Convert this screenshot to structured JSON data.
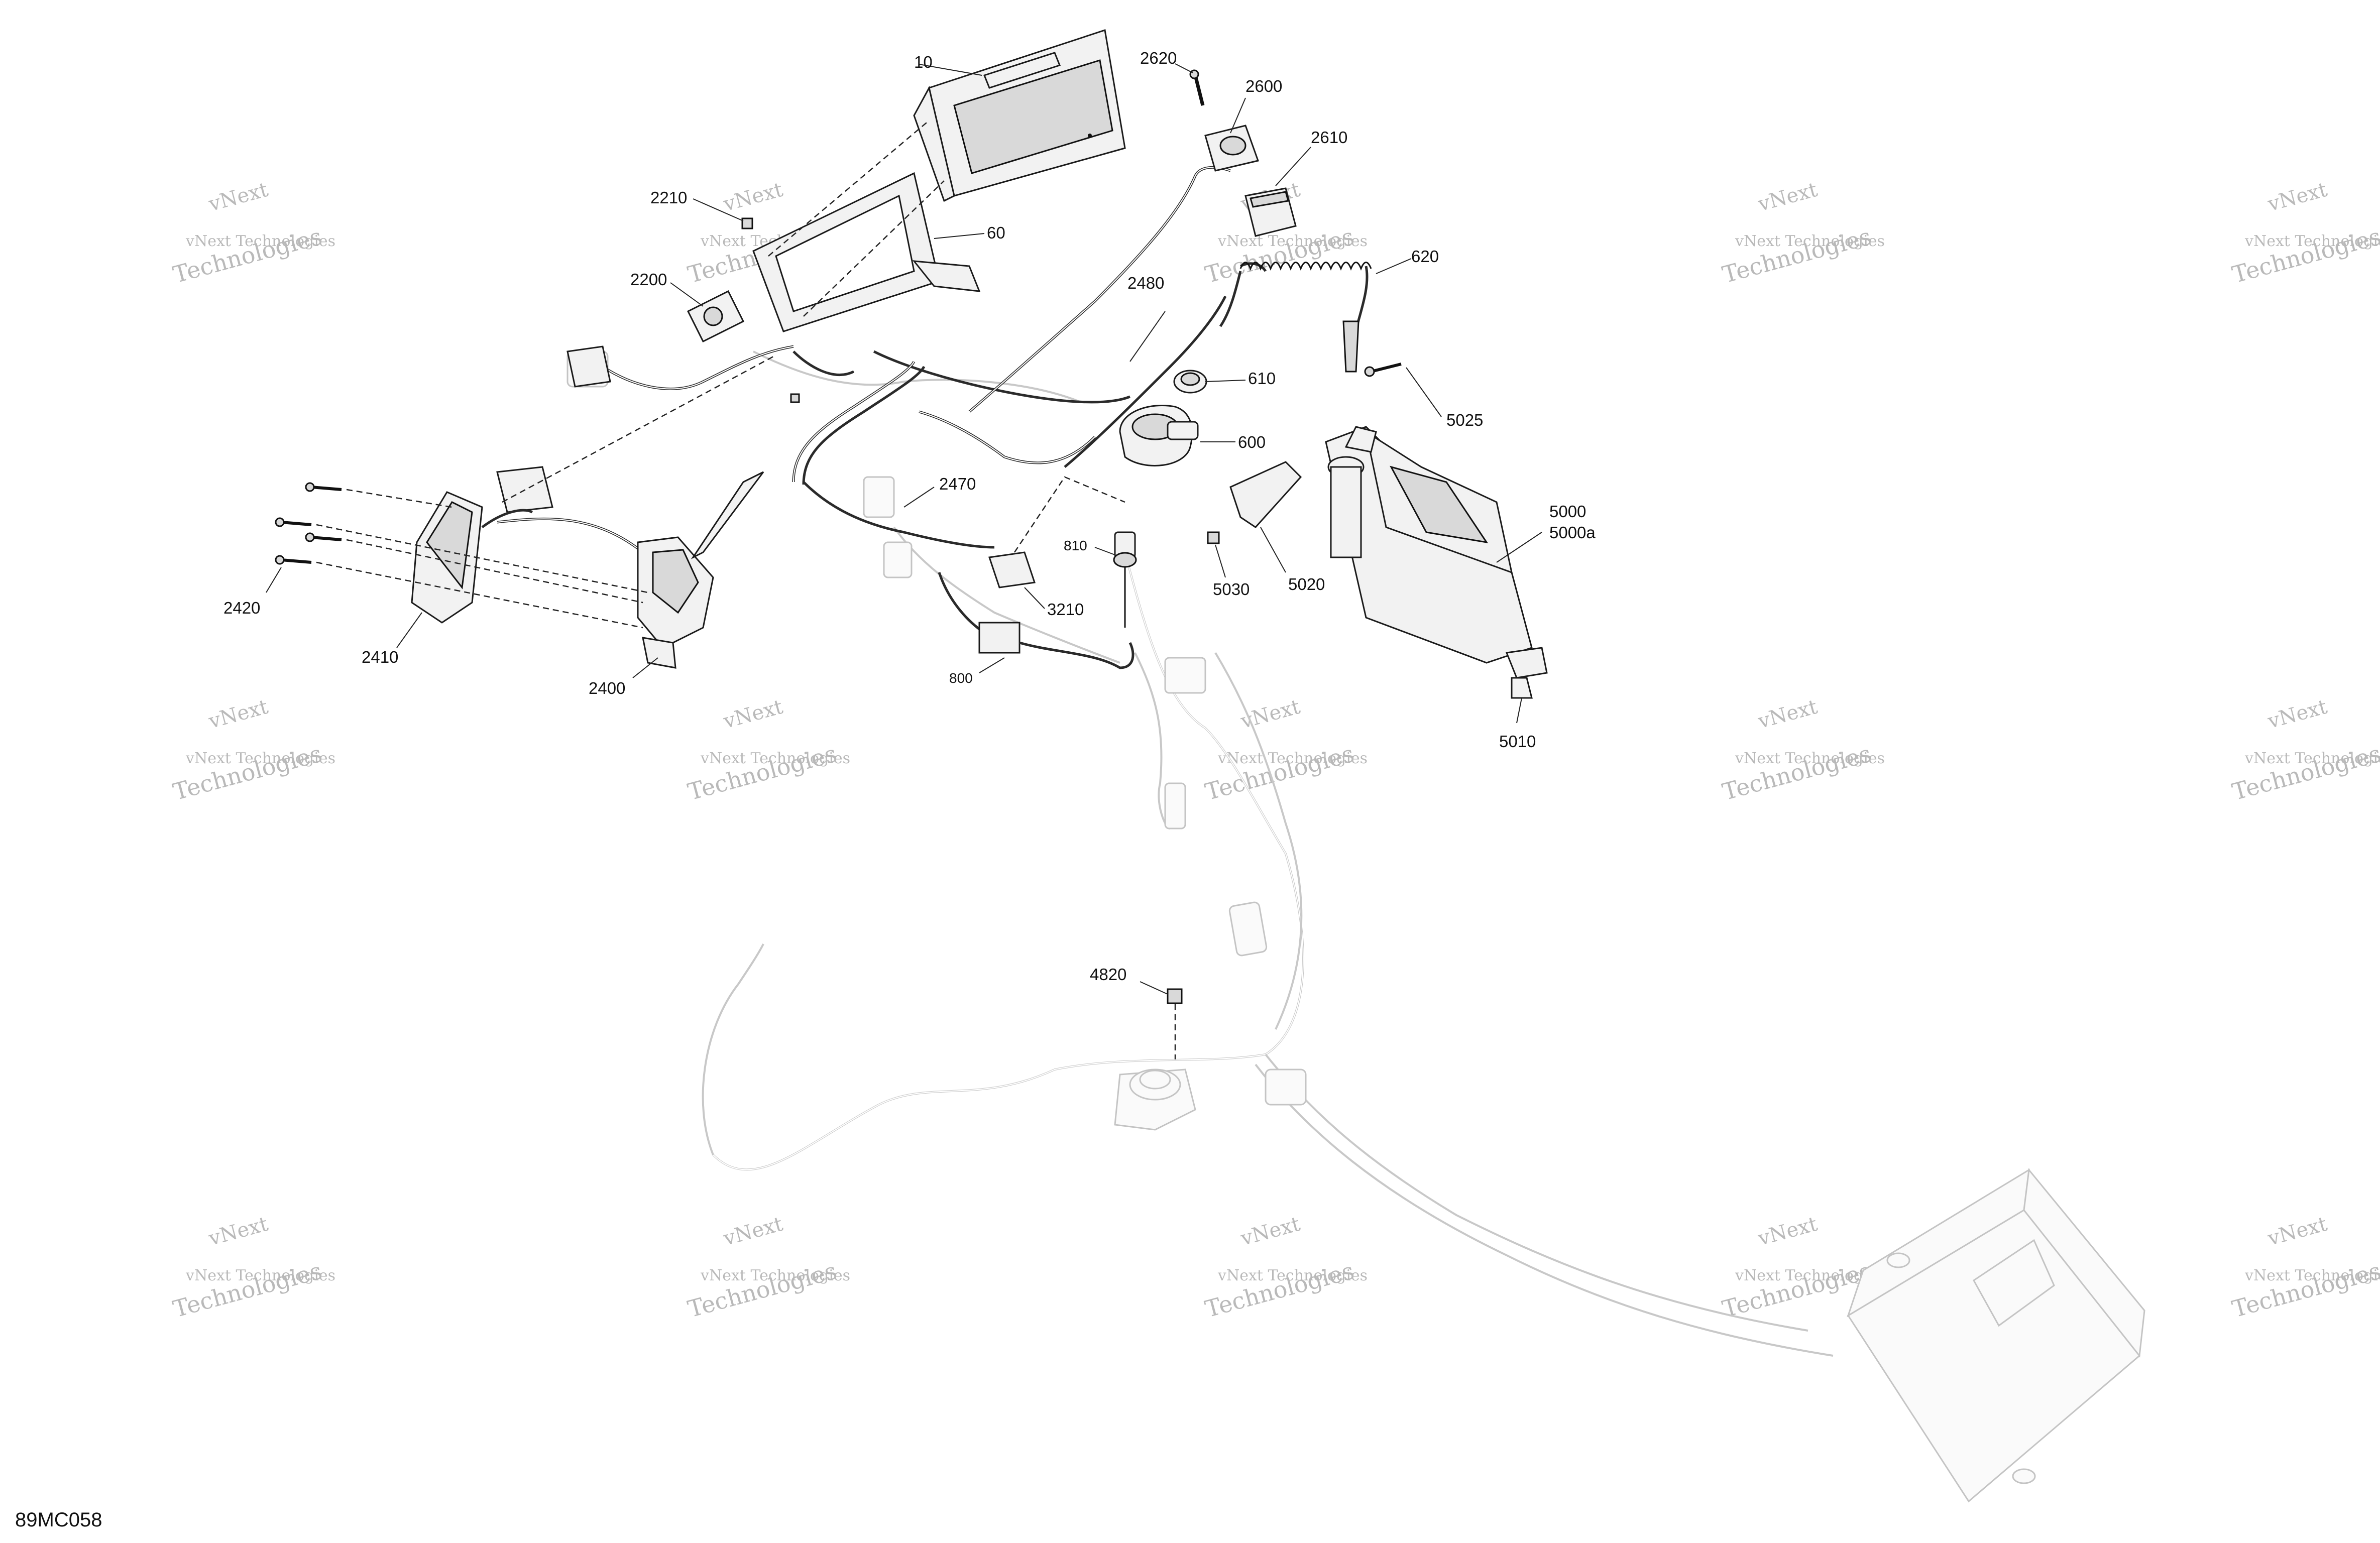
{
  "figure_code": "89MC058",
  "watermark": {
    "line1": "vNext",
    "line2": "vNext Technologies",
    "line3": "Technologies"
  },
  "callouts": [
    {
      "id": "c10",
      "label": "10"
    },
    {
      "id": "c2620",
      "label": "2620"
    },
    {
      "id": "c2600",
      "label": "2600"
    },
    {
      "id": "c2610",
      "label": "2610"
    },
    {
      "id": "c2210",
      "label": "2210"
    },
    {
      "id": "c60",
      "label": "60"
    },
    {
      "id": "c620",
      "label": "620"
    },
    {
      "id": "c2200",
      "label": "2200"
    },
    {
      "id": "c2480",
      "label": "2480"
    },
    {
      "id": "c610",
      "label": "610"
    },
    {
      "id": "c5025",
      "label": "5025"
    },
    {
      "id": "c600",
      "label": "600"
    },
    {
      "id": "c2470",
      "label": "2470"
    },
    {
      "id": "c5000",
      "label": "5000"
    },
    {
      "id": "c5000a",
      "label": "5000a"
    },
    {
      "id": "c810",
      "label": "810"
    },
    {
      "id": "c5030",
      "label": "5030"
    },
    {
      "id": "c5020",
      "label": "5020"
    },
    {
      "id": "c3210",
      "label": "3210"
    },
    {
      "id": "c2420",
      "label": "2420"
    },
    {
      "id": "c2410",
      "label": "2410"
    },
    {
      "id": "c2400",
      "label": "2400"
    },
    {
      "id": "c800",
      "label": "800"
    },
    {
      "id": "c5010",
      "label": "5010"
    },
    {
      "id": "c4820",
      "label": "4820"
    }
  ]
}
